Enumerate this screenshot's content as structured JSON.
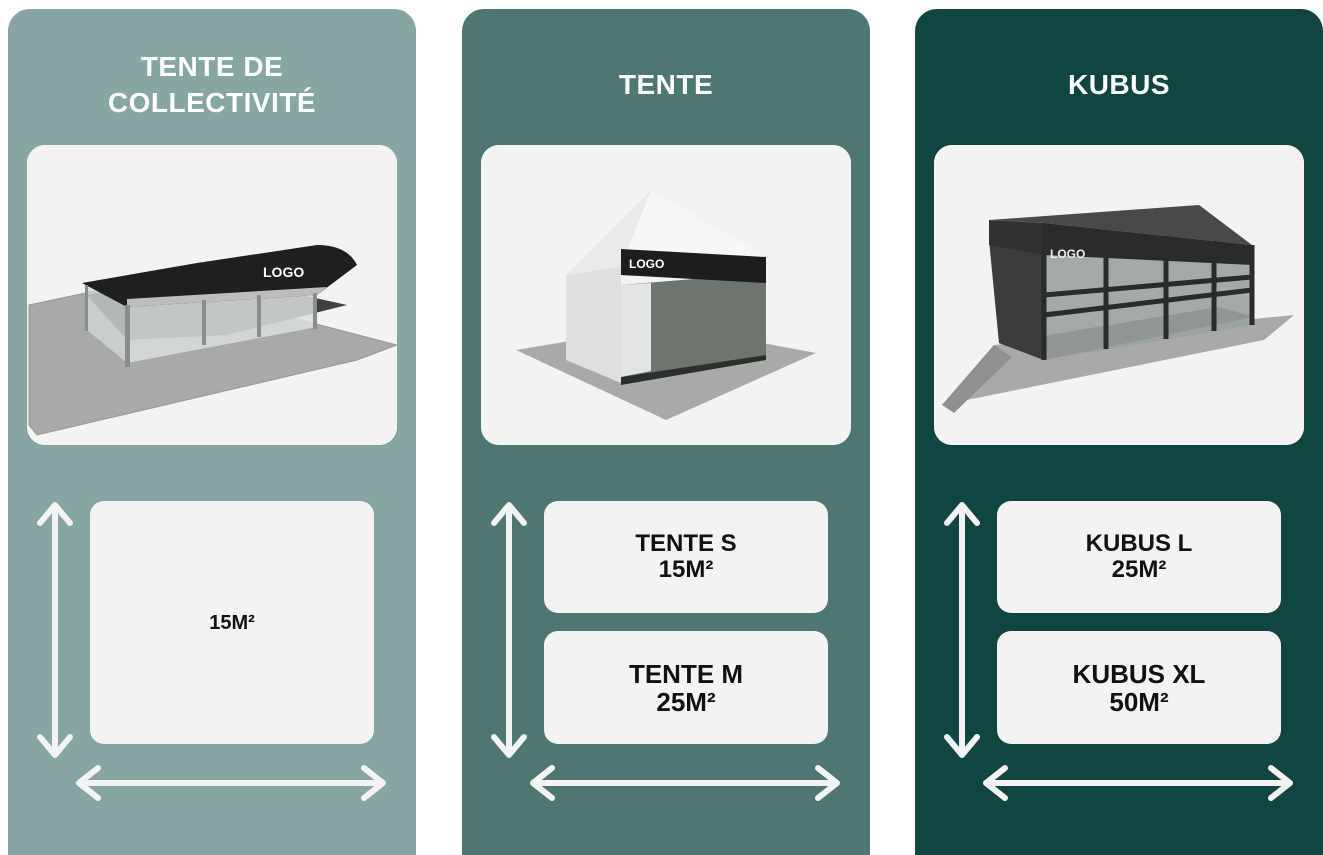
{
  "colors": {
    "card1": "#87a5a2",
    "card2": "#4e7774",
    "card3": "#114542",
    "panel": "#f3f3f3",
    "arrow": "#f3f3f3"
  },
  "cards": [
    {
      "title": "TENTE DE\nCOLLECTIVITÉ",
      "image_logo": "LOGO",
      "options": [
        {
          "name": "",
          "size": "15M²"
        }
      ]
    },
    {
      "title": "TENTE",
      "image_logo": "LOGO",
      "options": [
        {
          "name": "TENTE S",
          "size": "15M²"
        },
        {
          "name": "TENTE M",
          "size": "25M²"
        }
      ]
    },
    {
      "title": "KUBUS",
      "image_logo": "LOGO",
      "options": [
        {
          "name": "KUBUS L",
          "size": "25M²"
        },
        {
          "name": "KUBUS XL",
          "size": "50M²"
        }
      ]
    }
  ],
  "icons": [
    "double-arrow-vertical-icon",
    "double-arrow-horizontal-icon"
  ]
}
